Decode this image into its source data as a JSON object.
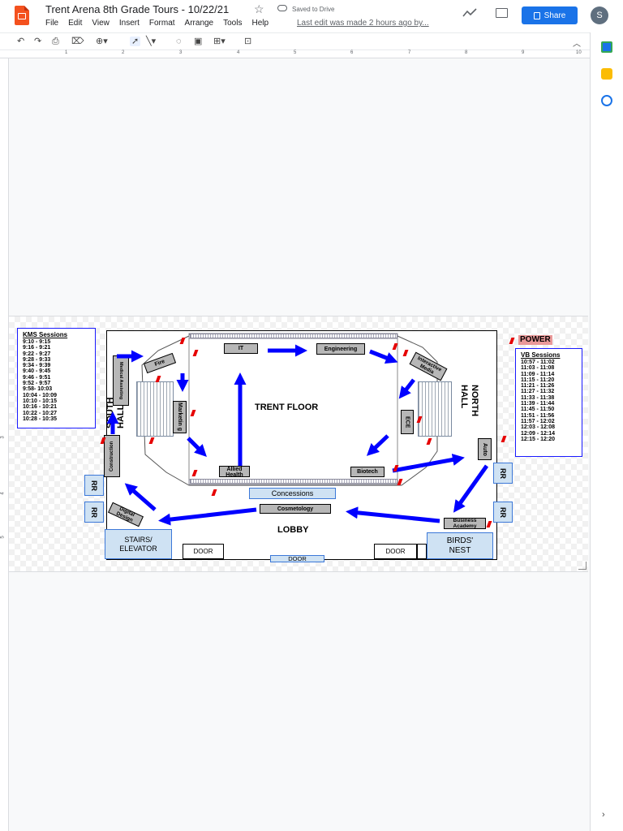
{
  "header": {
    "title": "Trent Arena 8th Grade Tours - 10/22/21",
    "saved_status": "Saved to Drive",
    "last_edit": "Last edit was made 2 hours ago by...",
    "share_label": "Share",
    "avatar_letter": "S",
    "menu": [
      "File",
      "Edit",
      "View",
      "Insert",
      "Format",
      "Arrange",
      "Tools",
      "Help"
    ]
  },
  "ruler": {
    "numbers": [
      "1",
      "2",
      "3",
      "4",
      "5",
      "6",
      "7",
      "8",
      "9",
      "10"
    ],
    "vertical_numbers": [
      "3",
      "4",
      "5"
    ]
  },
  "diagram": {
    "kms": {
      "heading": "KMS Sessions",
      "times": [
        "9:10 - 9:15",
        "9:16 - 9:21",
        "9:22 - 9:27",
        "9:28 - 9:33",
        "9:34 - 9:39",
        "9:40 - 9:45",
        "9:46 - 9:51",
        "9:52 - 9:57",
        "9:58- 10:03",
        "10:04 - 10:09",
        "10:10 - 10:15",
        "10:16 - 10:21",
        "10:22 - 10:27",
        "10:28 - 10:35"
      ]
    },
    "vb": {
      "heading": "VB Sessions",
      "times": [
        "10:57 - 11:02",
        "11:03 - 11:08",
        "11:09 - 11:14",
        "11:15 - 11:20",
        "11:21 - 11:26",
        "11:27 - 11:32",
        "11:33 - 11:38",
        "11:39 - 11:44",
        "11:45 - 11:50",
        "11:51 - 11:56",
        "11:57 - 12:02",
        "12:03 - 12:08",
        "12:09 - 12:14",
        "12:15 - 12:20"
      ]
    },
    "power": "POWER",
    "trent_floor": "TRENT FLOOR",
    "north_hall": "NORTH HALL",
    "south_hall": "SOUTH HALL",
    "lobby": "LOBBY",
    "stations": {
      "it": "IT",
      "engineering": "Engineering",
      "interactive_media": "Interactive Media",
      "ece": "ECE",
      "biotech": "Biotech",
      "allied_health": "Allied Health",
      "auto": "Auto",
      "fire": "Fire",
      "marketing": "Marketin g",
      "medical_assisting": "Medical Assisting",
      "construction": "Construction",
      "digital_design": "Digital Design",
      "cosmetology": "Cosmetology",
      "business_academy": "Business Academy",
      "concessions": "Concessions"
    },
    "rr": "RR",
    "stairs": "STAIRS/ ELEVATOR",
    "birds_nest": "BIRDS' NEST",
    "door": "DOOR"
  }
}
